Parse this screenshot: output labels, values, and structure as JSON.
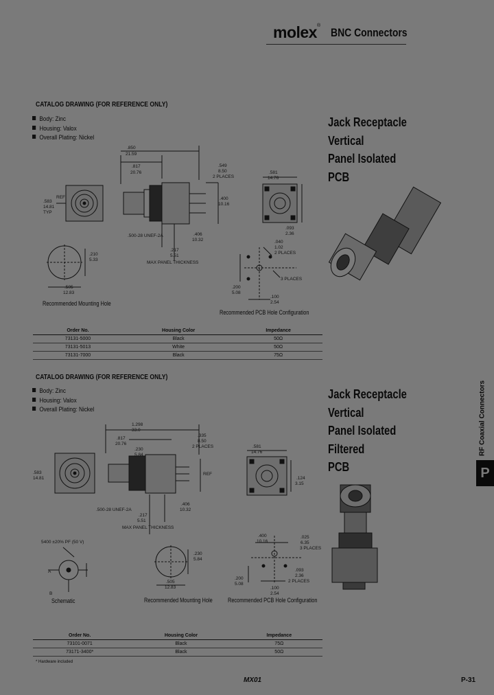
{
  "header": {
    "logo": "molex",
    "logo_mark": "®",
    "title": "BNC Connectors"
  },
  "section1": {
    "heading": "CATALOG DRAWING (FOR REFERENCE ONLY)",
    "bullets": [
      "Body: Zinc",
      "Housing: Valox",
      "Overall Plating: Nickel"
    ],
    "product_title": [
      "Jack Receptacle",
      "Vertical",
      "Panel Isolated",
      "PCB"
    ],
    "captions": {
      "mounting_hole": "Recommended Mounting Hole",
      "pcb_hole": "Recommended PCB Hole Configuration"
    },
    "dims": {
      "d1": ".850",
      "d1b": "21.59",
      "d2": ".817",
      "d2b": "20.76",
      "d3": ".549",
      "d3b": "8.50",
      "d3c": "2 PLACES",
      "d4": ".583",
      "d4b": "14.81",
      "d5": ".400",
      "d5b": "10.16",
      "d6": ".500-28 UNEF-2A",
      "d7": ".406",
      "d7b": "10.32",
      "d8": ".217",
      "d8b": "5.51",
      "d9": "MAX PANEL THICKNESS",
      "d10": ".581",
      "d10b": "14.76",
      "d11": ".093",
      "d11b": "2.36",
      "d12": ".210",
      "d12b": "5.33",
      "d13": ".505",
      "d13b": "12.83",
      "d14": ".040",
      "d14b": "1.02",
      "d15": ".200",
      "d15b": "5.08",
      "d16": ".100",
      "d16b": "2.54",
      "ref": "REF",
      "typ": "TYP",
      "places2": "2 PLACES",
      "places3": "3 PLACES"
    },
    "table": {
      "headers": [
        "Order No.",
        "Housing Color",
        "Impedance"
      ],
      "rows": [
        [
          "73131-5000",
          "Black",
          "50Ω"
        ],
        [
          "73131-5013",
          "White",
          "50Ω"
        ],
        [
          "73131-7000",
          "Black",
          "75Ω"
        ]
      ]
    }
  },
  "section2": {
    "heading": "CATALOG DRAWING (FOR REFERENCE ONLY)",
    "bullets": [
      "Body: Zinc",
      "Housing: Valox",
      "Overall Plating: Nickel"
    ],
    "product_title": [
      "Jack Receptacle",
      "Vertical",
      "Panel Isolated",
      "Filtered",
      "PCB"
    ],
    "captions": {
      "schematic": "Schematic",
      "mounting_hole": "Recommended Mounting Hole",
      "pcb_hole": "Recommended PCB Hole Configuration"
    },
    "schematic_note": "5400 ±20% PF (50 V) ",
    "schematic_labels": {
      "a": "A",
      "b": "B"
    },
    "dims": {
      "d1": "1.298",
      "d1b": "33.0",
      "d2": ".817",
      "d2b": "20.76",
      "d3": ".335",
      "d3b": "8.50",
      "d3c": "2 PLACES",
      "d4": ".583",
      "d4b": "14.81",
      "d5": ".230",
      "d5b": "5.84",
      "d6": ".500-28 UNEF-2A",
      "d7": ".406",
      "d7b": "10.32",
      "d8": ".217",
      "d8b": "5.51",
      "d9": "MAX PANEL THICKNESS",
      "d10": ".581",
      "d10b": "14.76",
      "d11": ".124",
      "d11b": "3.15",
      "d12": ".230",
      "d12b": "5.84",
      "d13": ".505",
      "d13b": "12.83",
      "d14": ".400",
      "d14b": "10.16",
      "d15": ".200",
      "d15b": "5.08",
      "d16": ".100",
      "d16b": "2.54",
      "d17": ".025",
      "d17b": "6.35",
      "d18": ".093",
      "d18b": "2.36",
      "ref": "REF",
      "places2": "2 PLACES",
      "places3": "3 PLACES"
    },
    "table": {
      "headers": [
        "Order No.",
        "Housing Color",
        "Impedance"
      ],
      "rows": [
        [
          "73101-0071",
          "Black",
          "75Ω"
        ],
        [
          "73171-3400*",
          "Black",
          "50Ω"
        ]
      ]
    },
    "footnote": "* Hardware included"
  },
  "sidebar": {
    "label": "RF Coaxial Connectors",
    "tab": "P"
  },
  "footer": {
    "center": "MX01",
    "page": "P-31"
  }
}
